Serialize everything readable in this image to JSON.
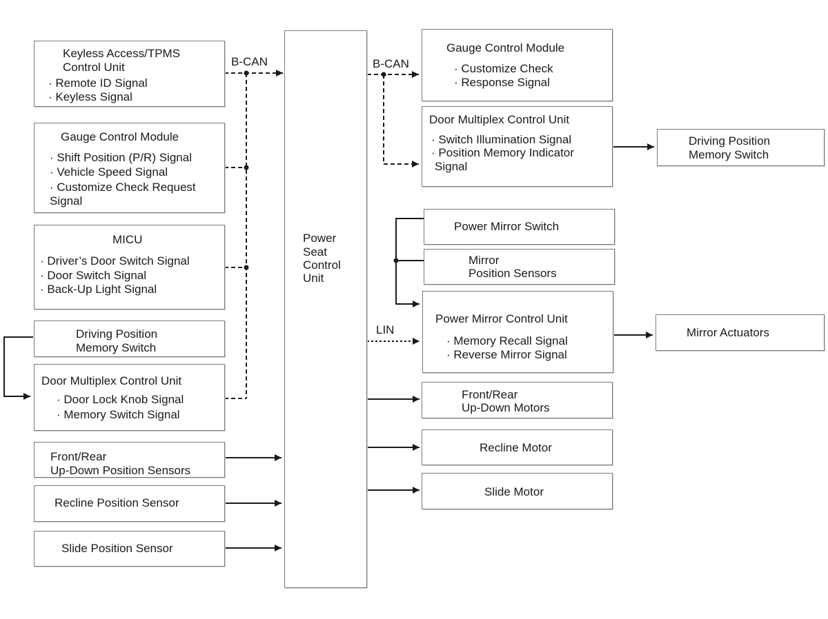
{
  "center_unit": {
    "lines": [
      "Power",
      "Seat",
      "Control",
      "Unit"
    ]
  },
  "bus_labels": {
    "bcan_in": "B-CAN",
    "bcan_out": "B-CAN",
    "lin": "LIN"
  },
  "inputs": {
    "keyless": {
      "lines": [
        "Keyless Access/TPMS",
        "Control Unit",
        "· Remote ID Signal",
        "· Keyless Signal"
      ]
    },
    "gauge_in": {
      "lines": [
        "Gauge Control Module",
        "· Shift Position (P/R) Signal",
        "· Vehicle Speed Signal",
        "· Customize Check Request",
        "Signal"
      ]
    },
    "micu": {
      "lines": [
        "MICU",
        "· Driver’s Door Switch Signal",
        "· Door Switch Signal",
        "· Back-Up Light Signal"
      ]
    },
    "dpms_in": {
      "lines": [
        "Driving Position",
        "Memory Switch"
      ]
    },
    "dmcu_in": {
      "lines": [
        "Door Multiplex Control Unit",
        "· Door Lock Knob Signal",
        "· Memory Switch Signal"
      ]
    },
    "updown_sensors": {
      "lines": [
        "Front/Rear",
        "Up-Down Position Sensors"
      ]
    },
    "recline_sensor": {
      "lines": [
        "Recline Position Sensor"
      ]
    },
    "slide_sensor": {
      "lines": [
        "Slide Position Sensor"
      ]
    }
  },
  "outputs": {
    "gauge_out": {
      "lines": [
        "Gauge Control Module",
        "· Customize Check",
        "· Response Signal"
      ]
    },
    "dmcu_out": {
      "lines": [
        "Door Multiplex Control Unit",
        "· Switch Illumination Signal",
        "· Position Memory Indicator",
        "Signal"
      ]
    },
    "dpms_out": {
      "lines": [
        "Driving Position",
        "Memory Switch"
      ]
    },
    "mirror_switch": {
      "lines": [
        "Power Mirror Switch"
      ]
    },
    "mirror_sensors": {
      "lines": [
        "Mirror",
        "Position Sensors"
      ]
    },
    "mirror_cu": {
      "lines": [
        "Power Mirror Control Unit",
        "· Memory Recall Signal",
        "· Reverse Mirror Signal"
      ]
    },
    "mirror_actuators": {
      "lines": [
        "Mirror Actuators"
      ]
    },
    "updown_motors": {
      "lines": [
        "Front/Rear",
        "Up-Down Motors"
      ]
    },
    "recline_motor": {
      "lines": [
        "Recline Motor"
      ]
    },
    "slide_motor": {
      "lines": [
        "Slide Motor"
      ]
    }
  },
  "colors": {
    "line": "#1a1a1a",
    "border": "#7a7a7a",
    "shadow": "#cfcfcf"
  }
}
